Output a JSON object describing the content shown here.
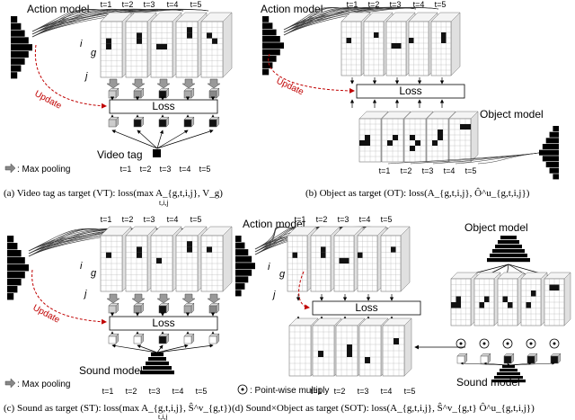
{
  "colors": {
    "update_arrow": "#c00000",
    "model_fill": "#000000",
    "grid_stroke": "#777777",
    "loss_stroke": "#000000"
  },
  "icons": [
    "pooling-arrow-icon",
    "pointwise-multiply-icon"
  ],
  "shared": {
    "update": "Update",
    "loss": "Loss",
    "action_model": "Action model",
    "axis_i": "i",
    "axis_j": "j",
    "axis_g": "g",
    "time_steps": [
      "t=1",
      "t=2",
      "t=3",
      "t=4",
      "t=5"
    ]
  },
  "panels": {
    "a": {
      "target_model": "Video tag",
      "legend": ": Max pooling",
      "caption": "(a) Video tag as target (VT): loss(max A_{g,t,i,j}, V_g)",
      "caption_sub": "t,i,j"
    },
    "b": {
      "target_model": "Object model",
      "caption": "(b) Object as target (OT): loss(A_{g,t,i,j}, Ô^u_{g,t,i,j})"
    },
    "c": {
      "target_model": "Sound model",
      "legend": ": Max pooling",
      "caption": "(c) Sound as target (ST): loss(max A_{g,t,i,j}, Ŝ^v_{g,t})",
      "caption_sub": "t,i,j"
    },
    "d": {
      "target_model_top": "Object model",
      "target_model_bottom": "Sound model",
      "legend": ": Point-wise multiply",
      "caption": "(d) Sound×Object as target (SOT): loss(A_{g,t,i,j}, Ŝ^v_{g,t} Ô^u_{g,t,i,j})"
    }
  }
}
